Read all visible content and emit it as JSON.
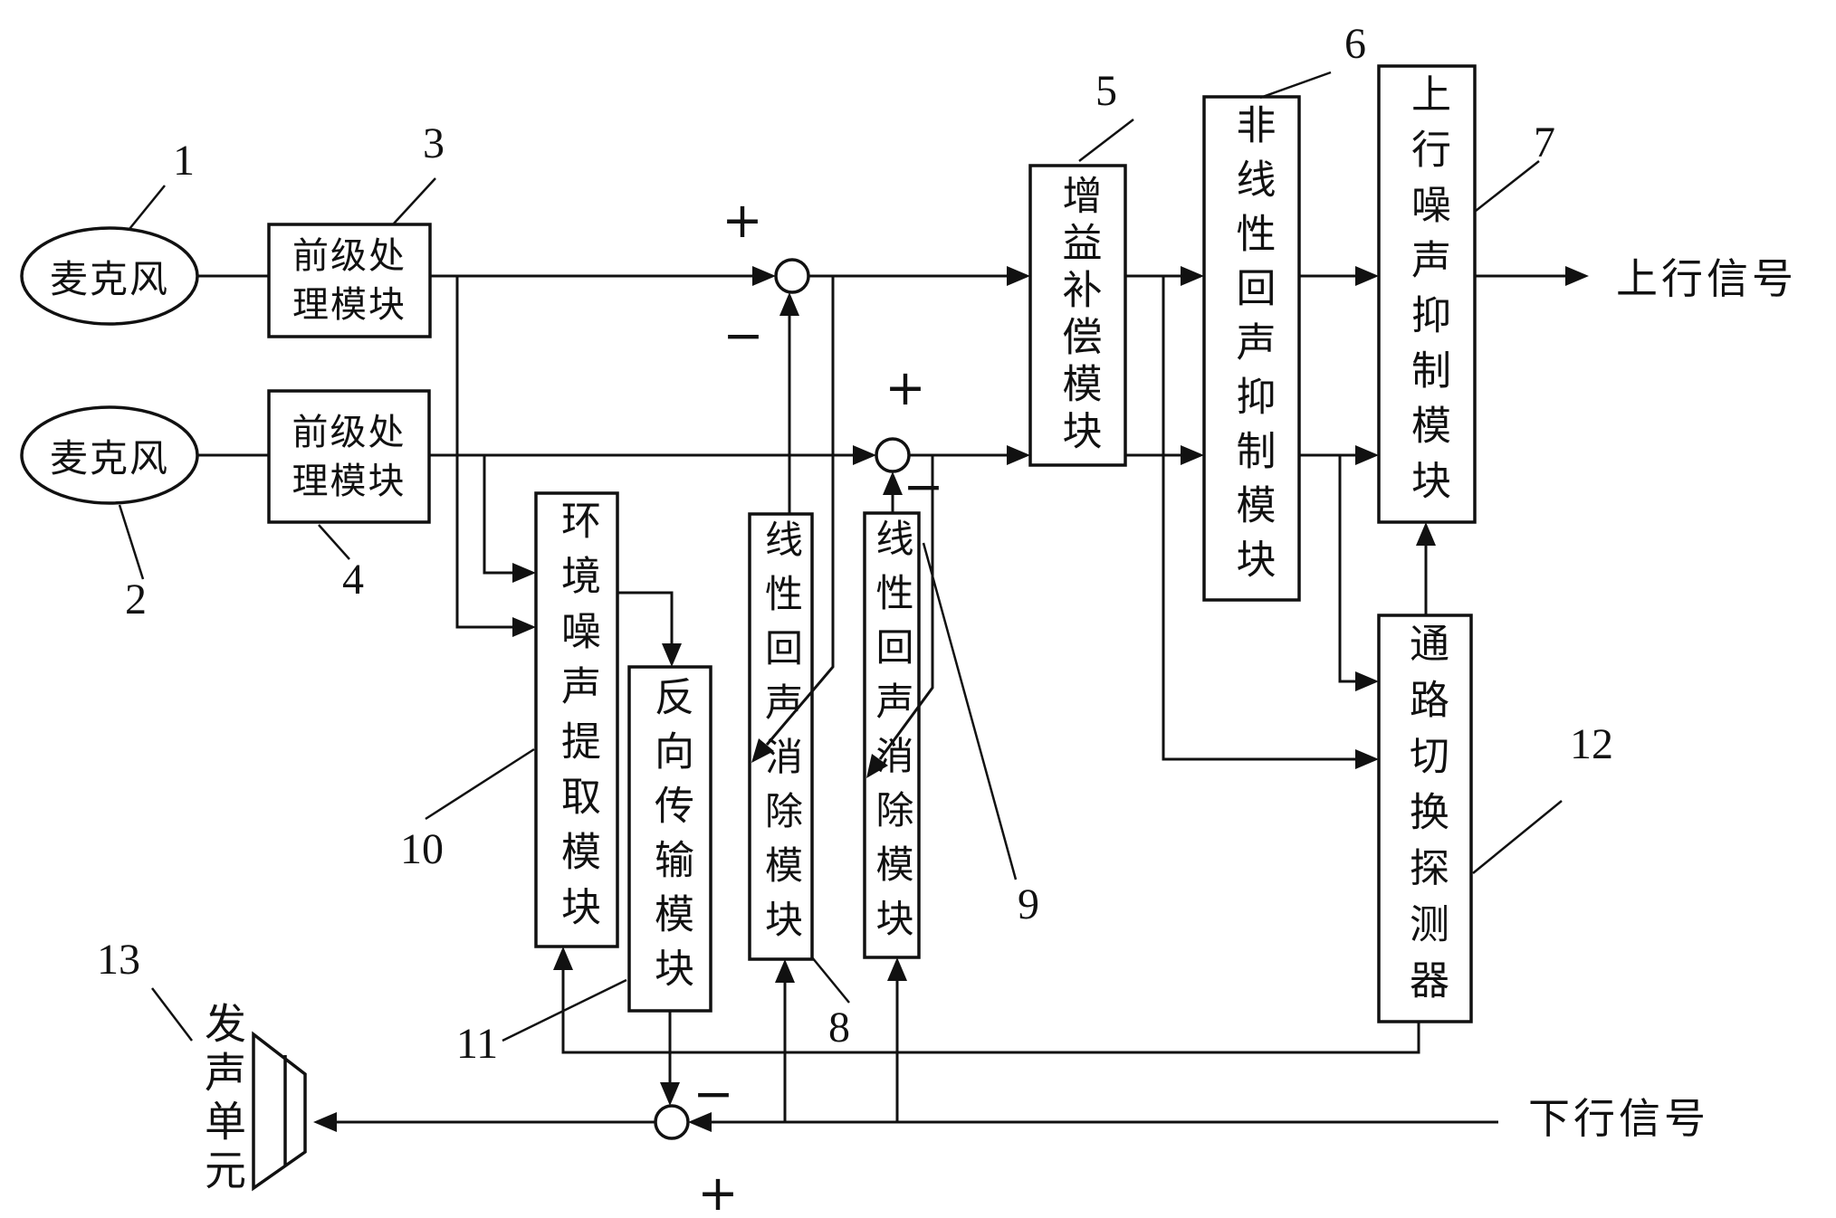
{
  "colors": {
    "ink": "#111111",
    "background": "#ffffff"
  },
  "sources": {
    "mic1": {
      "label": "麦克风",
      "number": "1"
    },
    "mic2": {
      "label": "麦克风",
      "number": "2"
    },
    "speaker": {
      "label": "发声单元",
      "number": "13"
    }
  },
  "modules": {
    "pre1": {
      "label": "前级处理模块",
      "number": "3"
    },
    "pre2": {
      "label": "前级处理模块",
      "number": "4"
    },
    "gain": {
      "label": "增益补偿模块",
      "number": "5"
    },
    "nonlinear_echo": {
      "label": "非线性回声抑制模块",
      "number": "6"
    },
    "uplink_noise": {
      "label": "上行噪声抑制模块",
      "number": "7"
    },
    "linear_echo_1": {
      "label": "线性回声消除模块",
      "number": "8"
    },
    "linear_echo_2": {
      "label": "线性回声消除模块",
      "number": "9"
    },
    "ambient_noise": {
      "label": "环境噪声提取模块",
      "number": "10"
    },
    "reverse_transfer": {
      "label": "反向传输模块",
      "number": "11"
    },
    "path_switch": {
      "label": "通路切换探测器",
      "number": "12"
    }
  },
  "signals": {
    "uplink": "上行信号",
    "downlink": "下行信号"
  },
  "sums": {
    "sum1": {
      "plus": "+",
      "minus": "−"
    },
    "sum2": {
      "plus": "+",
      "minus": "−"
    },
    "sum3": {
      "plus": "+",
      "minus": "−"
    }
  }
}
